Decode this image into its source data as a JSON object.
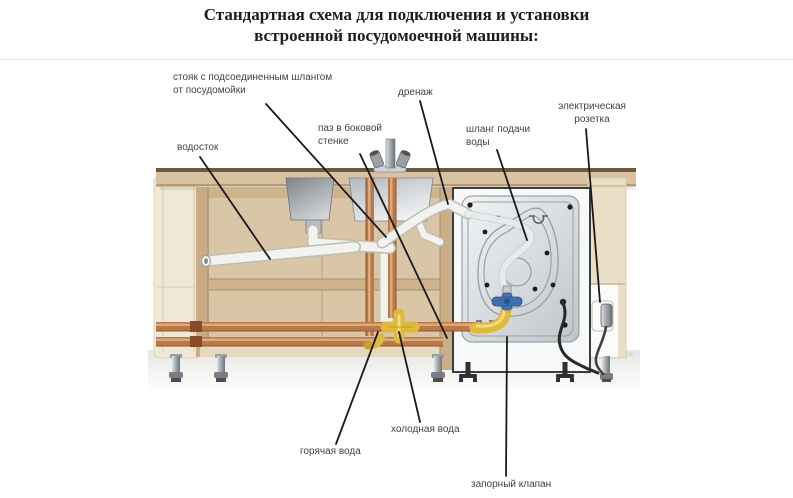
{
  "title": {
    "line1": "Стандартная схема для подключения и установки",
    "line2": "встроенной посудомоечной машины:"
  },
  "labels": {
    "standpipe": "стояк с подсоединенным шлангом\nот посудомойки",
    "drainage": "дренаж",
    "side_wall_groove": "паз в боковой\nстенке",
    "sink_drain": "водосток",
    "water_supply_hose": "шланг подачи\nводы",
    "electrical_outlet": "электрическая\nрозетка",
    "cold_water": "холодная вода",
    "hot_water": "горячая вода",
    "shutoff_valve": "запорный клапан"
  },
  "colors": {
    "title_text": "#1d1d1d",
    "label_text": "#424242",
    "leader_line": "#1a1a1a",
    "cabinet_frame": "#cdb18b",
    "cabinet_interior": "#d9c6a7",
    "cabinet_light_panel": "#efe6d2",
    "countertop": "#d8c2a2",
    "copper_pipe": "#b97a49",
    "brass_fitting": "#dfb93c",
    "valve_blue": "#3f6fae",
    "dishwasher_panel_light": "#f2f4f5",
    "dishwasher_panel_dark": "#bfc5ca",
    "hose_white": "#f2f2ef",
    "power_cord": "#26282a"
  }
}
